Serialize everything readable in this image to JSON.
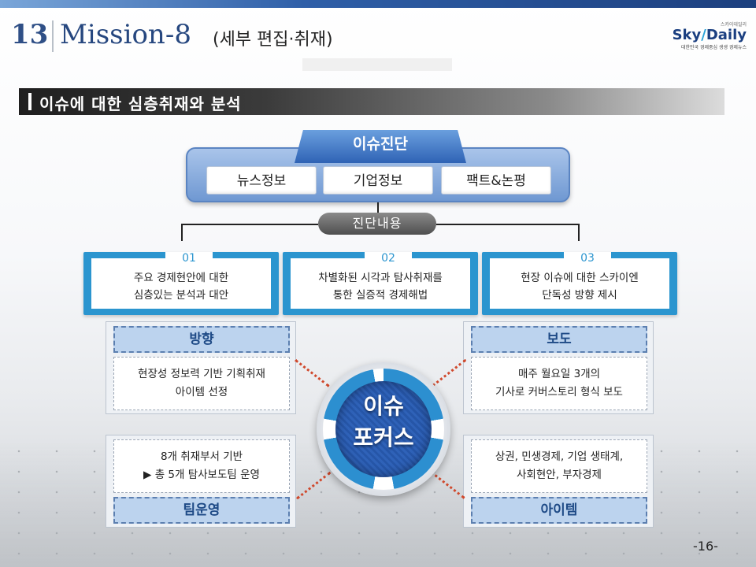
{
  "header": {
    "number": "13",
    "title": "Mission-8",
    "subtitle": "(세부 편집·취재)"
  },
  "logo": {
    "small": "스카이데일리",
    "brand_a": "Sky",
    "brand_b": "Daily",
    "tagline": "대한민국 경제중심 생생 경제뉴스"
  },
  "section": {
    "title": "이슈에 대한 심층취재와 분석"
  },
  "diagnosis": {
    "title": "이슈진단",
    "items": [
      "뉴스정보",
      "기업정보",
      "팩트&논평"
    ],
    "content_label": "진단내용"
  },
  "cards": [
    {
      "num": "01",
      "line1": "주요 경제현안에 대한",
      "line2": "심층있는 분석과 대안"
    },
    {
      "num": "02",
      "line1": "차별화된 시각과 탐사취재를",
      "line2": "통한 실증적 경제해법"
    },
    {
      "num": "03",
      "line1": "현장 이슈에 대한 스카이엔",
      "line2": "단독성 방향 제시"
    }
  ],
  "quadrants": {
    "direction": {
      "head": "방향",
      "line1": "현장성 정보력 기반 기획취재",
      "line2": "아이템 선정"
    },
    "report": {
      "head": "보도",
      "line1": "매주 월요일 3개의",
      "line2": "기사로 커버스토리 형식 보도"
    },
    "team": {
      "head": "팀운영",
      "line1": "8개 취재부서 기반",
      "line2": "▶ 총 5개 탐사보도팀 운영"
    },
    "item": {
      "head": "아이템",
      "line1": "상권, 민생경제, 기업 생태계,",
      "line2": "사회현안, 부자경제"
    }
  },
  "hub": {
    "line1": "이슈",
    "line2": "포커스"
  },
  "page_number": "-16-",
  "colors": {
    "accent_blue": "#2b95cf",
    "title_navy": "#26477f",
    "connector_red": "#d0492d"
  }
}
